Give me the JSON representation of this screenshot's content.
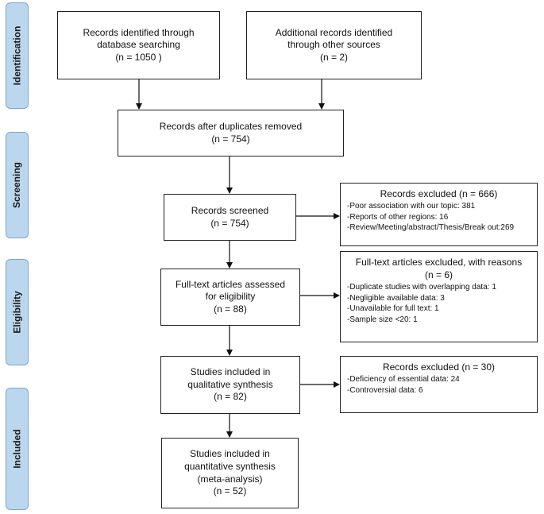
{
  "stages": [
    {
      "key": "identification",
      "label": "Identification"
    },
    {
      "key": "screening",
      "label": "Screening"
    },
    {
      "key": "eligibility",
      "label": "Eligibility"
    },
    {
      "key": "included",
      "label": "Included"
    }
  ],
  "boxes": {
    "database": [
      "Records identified through",
      "database searching",
      "(n = 1050 )"
    ],
    "other_sources": [
      "Additional records identified",
      "through other sources",
      "(n = 2)"
    ],
    "duplicates_removed": [
      "Records after duplicates removed",
      "(n = 754)"
    ],
    "screened": [
      "Records screened",
      "(n = 754)"
    ],
    "fulltext_assessed": [
      "Full-text articles assessed",
      "for eligibility",
      "(n = 88)"
    ],
    "qualitative": [
      "Studies included in",
      "qualitative synthesis",
      "(n = 82)"
    ],
    "quantitative": [
      "Studies included in",
      "quantitative synthesis",
      "(meta-analysis)",
      "(n = 52)"
    ]
  },
  "exclusions": {
    "screening": {
      "title": "Records excluded (n = 666)",
      "items": [
        "-Poor association with our topic: 381",
        "-Reports of other regions: 16",
        "-Review/Meeting/abstract/Thesis/Break out:269"
      ]
    },
    "eligibility": {
      "title": "Full-text articles excluded, with reasons",
      "subtitle": "(n = 6)",
      "items": [
        "-Duplicate studies with overlapping data: 1",
        "-Negligible available data: 3",
        "-Unavailable for full text: 1",
        "-Sample size <20: 1"
      ]
    },
    "qualitative": {
      "title": "Records excluded (n = 30)",
      "items": [
        "-Deficiency of essential data: 24",
        "-Controversial data: 6"
      ]
    }
  },
  "colors": {
    "stage_fill": "#bcd6ee",
    "stage_border": "#7aa7cf",
    "box_border": "#222222",
    "arrow": "#111111"
  }
}
